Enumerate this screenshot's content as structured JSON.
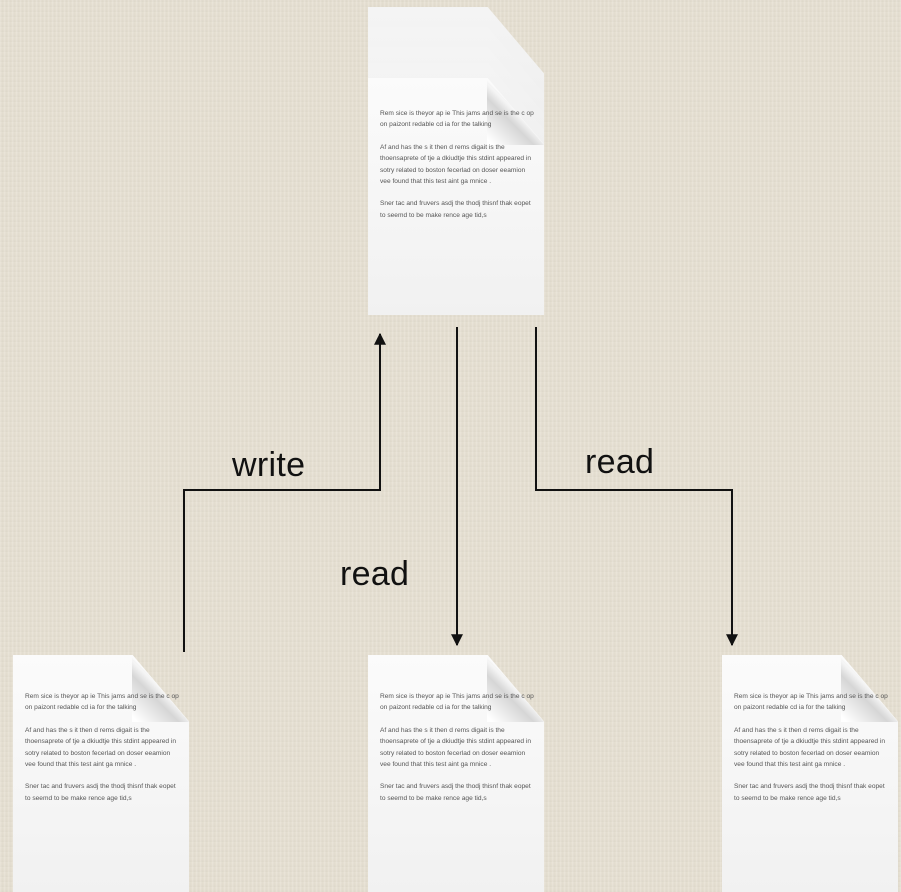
{
  "diagram": {
    "labels": {
      "write": "write",
      "read_center": "read",
      "read_right": "read"
    },
    "document_text": {
      "p1": "Rem sice is theyor ap ie This jams and se is the c op on paizont redable cd ia for the talking",
      "p2": "Af and has the s it then d rems digait is the thoensaprete of tje a dkiudtje this stdint appeared in sotry related to boston fecerlad on doser eeamion vee found that this test aint ga mnice .",
      "p3": "Sner tac and fruvers asdj the thodj thisnf thak eopet to seemd to be make rence age tid,s"
    },
    "colors": {
      "background": "#e6e0d2",
      "line": "#111111"
    }
  }
}
